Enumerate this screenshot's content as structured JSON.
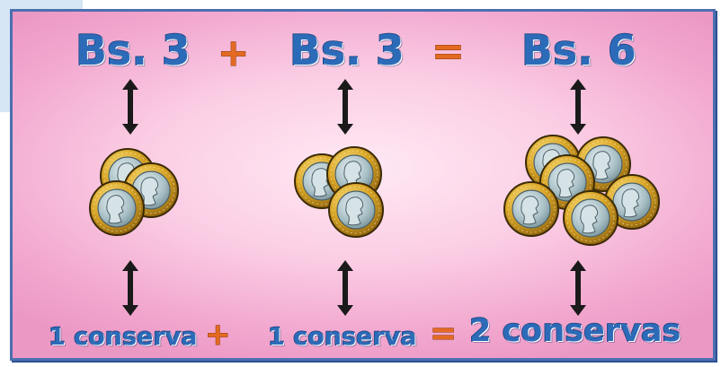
{
  "equation_top": {
    "left": "Bs. 3",
    "operator_plus": "+",
    "middle": "Bs. 3",
    "operator_equals": "=",
    "right": "Bs. 6"
  },
  "equation_bottom": {
    "left": "1 conserva",
    "operator_plus": "+",
    "middle": "1 conserva",
    "operator_equals": "=",
    "right": "2 conservas"
  },
  "colors": {
    "text_blue": "#2c6bb8",
    "operator_orange": "#e36a22",
    "panel_border": "#4c6fb0",
    "panel_pink": "#f2a8cf",
    "coin_gold": "#d9a526",
    "coin_silver": "#a9c0c6"
  },
  "coin_groups": [
    {
      "label": "3 coins",
      "count": 3
    },
    {
      "label": "3 coins",
      "count": 3
    },
    {
      "label": "6 coins",
      "count": 6
    }
  ]
}
